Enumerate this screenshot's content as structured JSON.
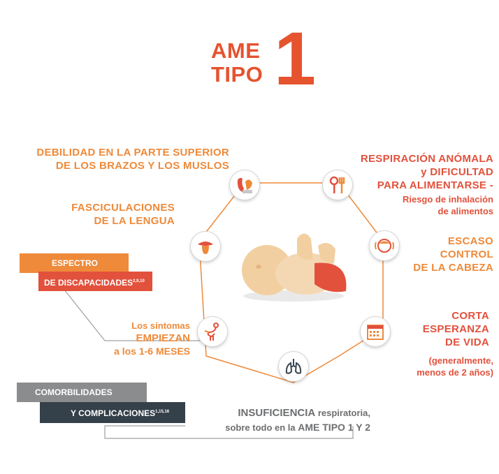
{
  "title": {
    "line1": "AME",
    "line2": "TIPO",
    "number": "1"
  },
  "labels": {
    "debilidad": [
      "DEBILIDAD EN LA PARTE SUPERIOR",
      "DE LOS BRAZOS Y LOS MUSLOS"
    ],
    "fasciculaciones": [
      "FASCICULACIONES",
      "DE LA LENGUA"
    ],
    "respiracion": [
      "RESPIRACIÓN ANÓMALA",
      "y DIFICULTAD",
      "PARA ALIMENTARSE -"
    ],
    "riesgo": [
      "Riesgo de inhalación",
      "de alimentos"
    ],
    "escaso": [
      "ESCASO",
      "CONTROL",
      "DE LA CABEZA"
    ],
    "corta": [
      "CORTA",
      "ESPERANZA",
      "DE VIDA"
    ],
    "corta_note": [
      "(generalmente,",
      "menos de 2 años)"
    ],
    "sintomas": {
      "line1": "Los síntomas",
      "line2": "EMPIEZAN",
      "line3": "a los 1-6 MESES"
    },
    "insuficiencia": {
      "bold": "INSUFICIENCIA",
      "rest": " respiratoria,",
      "line2_pre": "sobre todo en la ",
      "line2_bold": "AME TIPO 1 Y 2"
    }
  },
  "boxes": {
    "espectro": "ESPECTRO",
    "discapacidades": "DE DISCAPACIDADES",
    "discapacidades_ref": "2,9,10",
    "comorbilidades": "COMORBILIDADES",
    "complicaciones": "Y COMPLICACIONES",
    "complicaciones_ref": "1,15,16"
  },
  "icons": [
    "muscle-icon",
    "fork-knife-icon",
    "head-icon",
    "calendar-icon",
    "lungs-icon",
    "stork-icon",
    "tongue-icon",
    "baby-icon"
  ],
  "colors": {
    "orange": "#ee8a3a",
    "red": "#e2513c",
    "dark": "#34404a",
    "gray": "#8a8c8e"
  }
}
